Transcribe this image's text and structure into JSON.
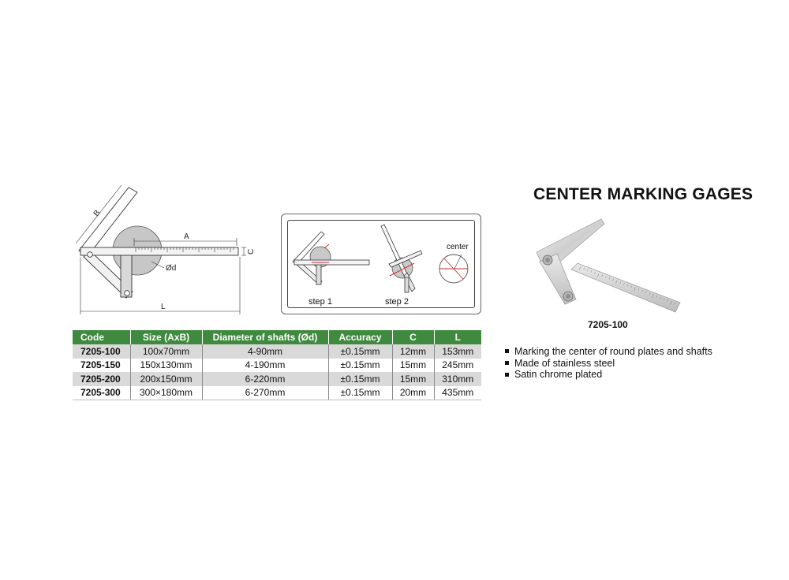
{
  "drawing": {
    "label_a": "A",
    "label_b": "B",
    "label_c": "C",
    "label_d": "Ød",
    "label_l": "L"
  },
  "usage": {
    "step1": "step 1",
    "step2": "step 2",
    "center": "center"
  },
  "table": {
    "headers": [
      "Code",
      "Size (AxB)",
      "Diameter of shafts (Ød)",
      "Accuracy",
      "C",
      "L"
    ],
    "rows": [
      [
        "7205-100",
        "100x70mm",
        "4-90mm",
        "±0.15mm",
        "12mm",
        "153mm"
      ],
      [
        "7205-150",
        "150x130mm",
        "4-190mm",
        "±0.15mm",
        "15mm",
        "245mm"
      ],
      [
        "7205-200",
        "200x150mm",
        "6-220mm",
        "±0.15mm",
        "15mm",
        "310mm"
      ],
      [
        "7205-300",
        "300×180mm",
        "6-270mm",
        "±0.15mm",
        "20mm",
        "435mm"
      ]
    ]
  },
  "product": {
    "title": "CENTER MARKING GAGES",
    "caption": "7205-100",
    "features": [
      "Marking the center of round plates and shafts",
      "Made of stainless steel",
      "Satin chrome plated"
    ]
  },
  "colors": {
    "header_green": "#3f8a3e",
    "row_gray": "#d9d9d9",
    "center_mark_red": "#d22a2a"
  }
}
